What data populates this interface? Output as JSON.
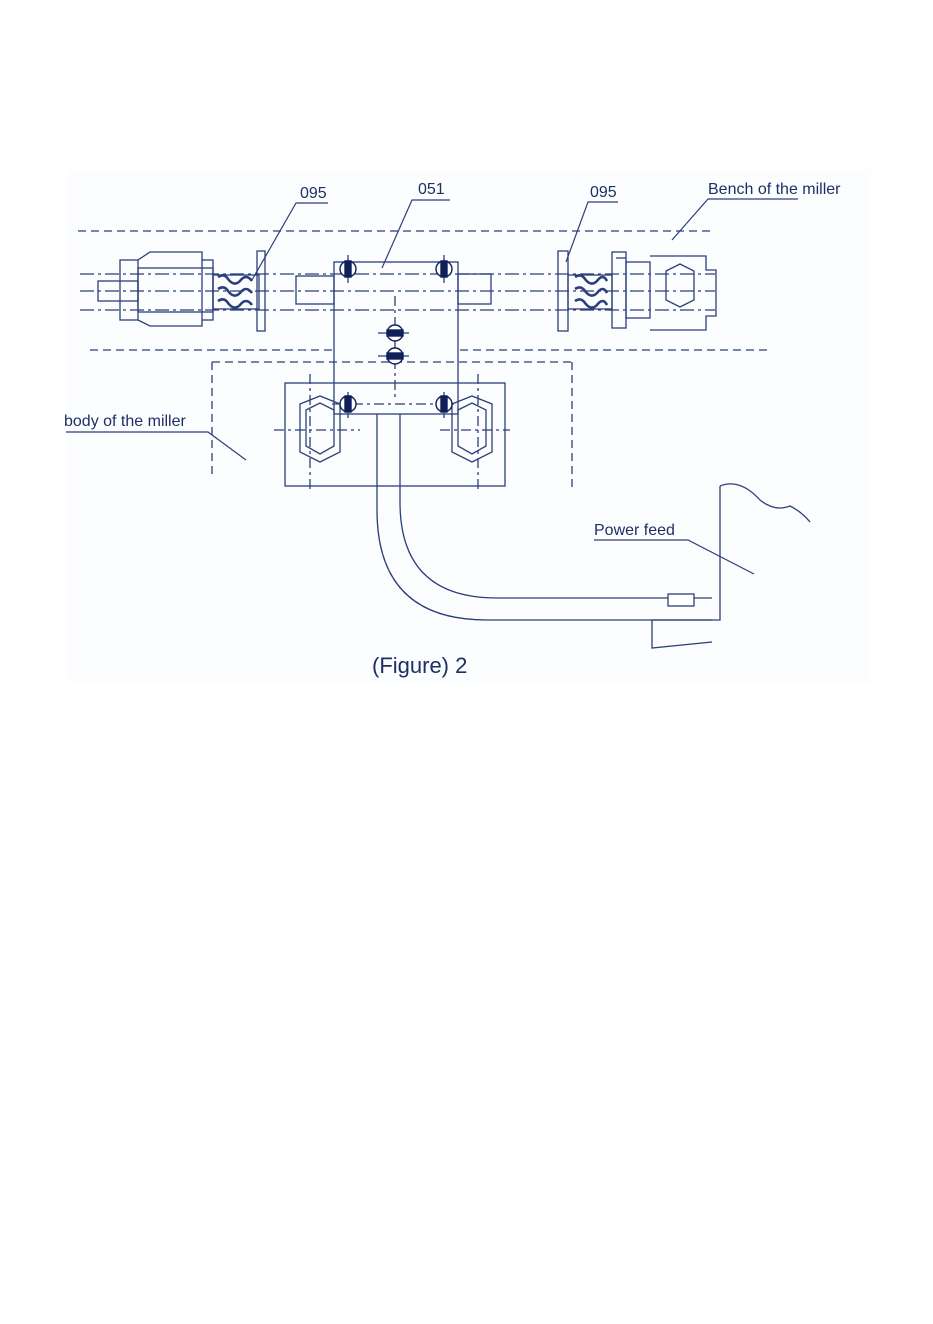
{
  "colors": {
    "line": "#2b3f7a",
    "text": "#1c2f66",
    "screw_fill": "#101f5a",
    "panel": "#fcfdfe",
    "page": "#ffffff"
  },
  "labels": {
    "part_095_left": "095",
    "part_051": "051",
    "part_095_right": "095",
    "bench": "Bench of the miller",
    "body": "body of the miller",
    "power_feed": "Power feed"
  },
  "caption": "(Figure) 2"
}
